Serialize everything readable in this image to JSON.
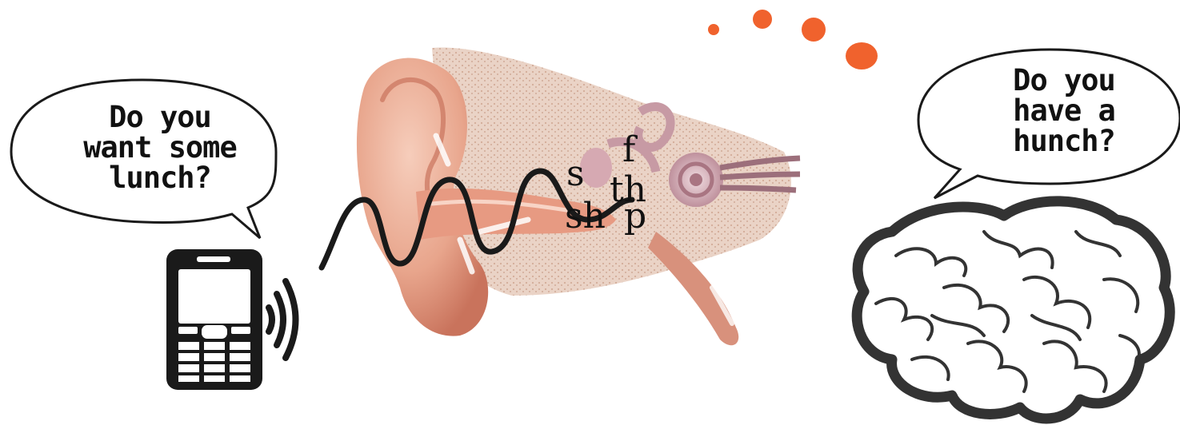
{
  "left_bubble": {
    "lines": [
      "Do you",
      "want some",
      "lunch?"
    ]
  },
  "right_bubble": {
    "lines": [
      "Do you",
      "have a",
      "hunch?"
    ]
  },
  "phonemes": {
    "f": "f",
    "th": "th",
    "s": "s",
    "sh": "sh",
    "p": "p"
  },
  "colors": {
    "outline": "#1a1a1a",
    "thought_dots": "#f0622d",
    "ear_skin": "#e8a58c",
    "ear_skin_dark": "#c9735c",
    "bone_texture": "#e9cdbd",
    "inner_ear": "#c79aa4"
  },
  "icons": [
    "mobile-phone-icon",
    "signal-waves-icon",
    "brain-icon",
    "ear-anatomy-illustration"
  ]
}
